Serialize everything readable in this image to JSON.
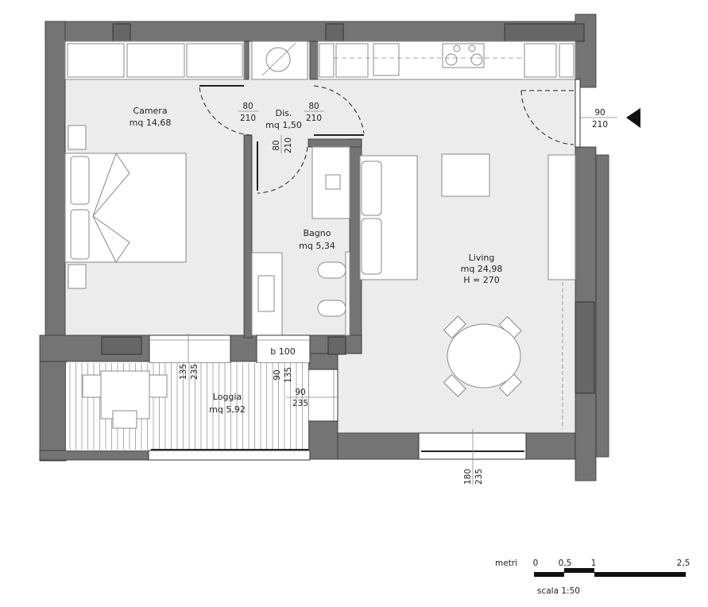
{
  "rooms": {
    "camera": {
      "name": "Camera",
      "area": "mq 14,68"
    },
    "dis": {
      "name": "Dis.",
      "area": "mq 1,50"
    },
    "bagno": {
      "name": "Bagno",
      "area": "mq 5,34"
    },
    "living": {
      "name": "Living",
      "area": "mq 24,98",
      "height": "H = 270"
    },
    "loggia": {
      "name": "Loggia",
      "area": "mq 5,92"
    }
  },
  "dimensions": {
    "door_camera": {
      "w": "80",
      "h": "210"
    },
    "door_living": {
      "w": "80",
      "h": "210"
    },
    "door_bagno": {
      "w": "80",
      "h": "210"
    },
    "door_entrance": {
      "w": "90",
      "h": "210"
    },
    "window_camera": {
      "w": "135",
      "h": "235"
    },
    "window_bagno": {
      "w": "90",
      "h": "135"
    },
    "door_loggia": {
      "w": "90",
      "h": "235"
    },
    "window_living": {
      "w": "180",
      "h": "235"
    },
    "bagno_window_sill": "b 100"
  },
  "scale": {
    "unit": "metri",
    "ticks": [
      "0",
      "0,5",
      "1",
      "2,5"
    ],
    "label": "scala 1:50"
  },
  "colors": {
    "wall": "#747474",
    "floor": "#ececec"
  }
}
